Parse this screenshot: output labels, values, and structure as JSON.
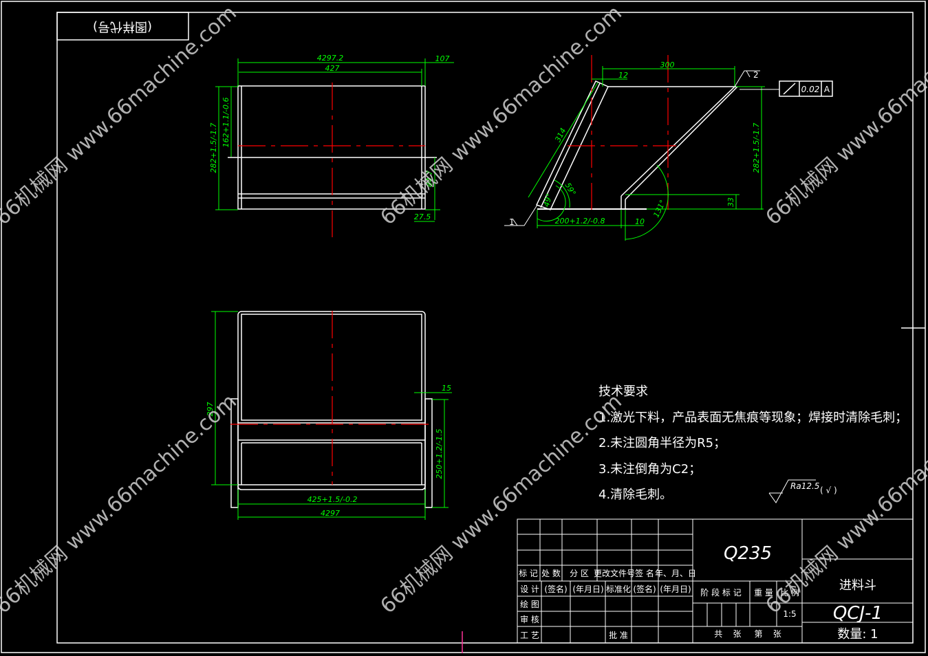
{
  "drawing_label": "(图样代号)",
  "top_view": {
    "dim_total": "4297.2",
    "dim_ext": "107",
    "dim_inner": "427",
    "dim_height": "282+1.5/-1.7",
    "dim_upper": "162+1.1/-0.6",
    "dim_lower": "84.7",
    "dim_bottom": "27.5"
  },
  "side_view": {
    "dim_top": "300",
    "dim_12": "12",
    "dim_height": "282+1.5/-1.7",
    "dim_slant": "314",
    "angle_a": "59°",
    "angle_b": "49°",
    "angle_c": "131°",
    "dim_base": "200+1.2/-0.8",
    "dim_10": "10",
    "dim_33": "33",
    "weld_1": "1",
    "weld_2": "2",
    "tolerance_value": "0.02",
    "tolerance_datum": "A"
  },
  "front_view": {
    "dim_height": "297",
    "dim_tab": "15",
    "dim_side": "250+1.2/-1.5",
    "dim_inner": "425+1.5/-0.2",
    "dim_total": "4297"
  },
  "tech_requirements": {
    "title": "技术要求",
    "items": [
      "1.激光下料，产品表面无焦痕等现象；焊接时清除毛刺；",
      "2.未注圆角半径为R5；",
      "3.未注倒角为C2；",
      "4.清除毛刺。"
    ],
    "roughness": "Ra12.5",
    "roughness_suffix": "( √ )"
  },
  "title_block": {
    "row_header": [
      "标 记",
      "处 数",
      "分  区",
      "更改文件号",
      "签 名",
      "年、月、日"
    ],
    "row_design": [
      "设 计",
      "(签名)",
      "(年月日)",
      "标准化",
      "(签名)",
      "(年月日)"
    ],
    "drawn": "绘 图",
    "checked": "审 核",
    "process": "工 艺",
    "approve": "批 准",
    "material": "Q235",
    "stage_mark": "阶 段 标 记",
    "weight": "重 量",
    "scale_label": "比 例",
    "scale_value": "1:5",
    "sheets": "共    张     第    张",
    "part_name": "进料斗",
    "part_code": "QCJ-1",
    "quantity": "数量: 1"
  },
  "watermark": "66机械网 www.66machine.com"
}
